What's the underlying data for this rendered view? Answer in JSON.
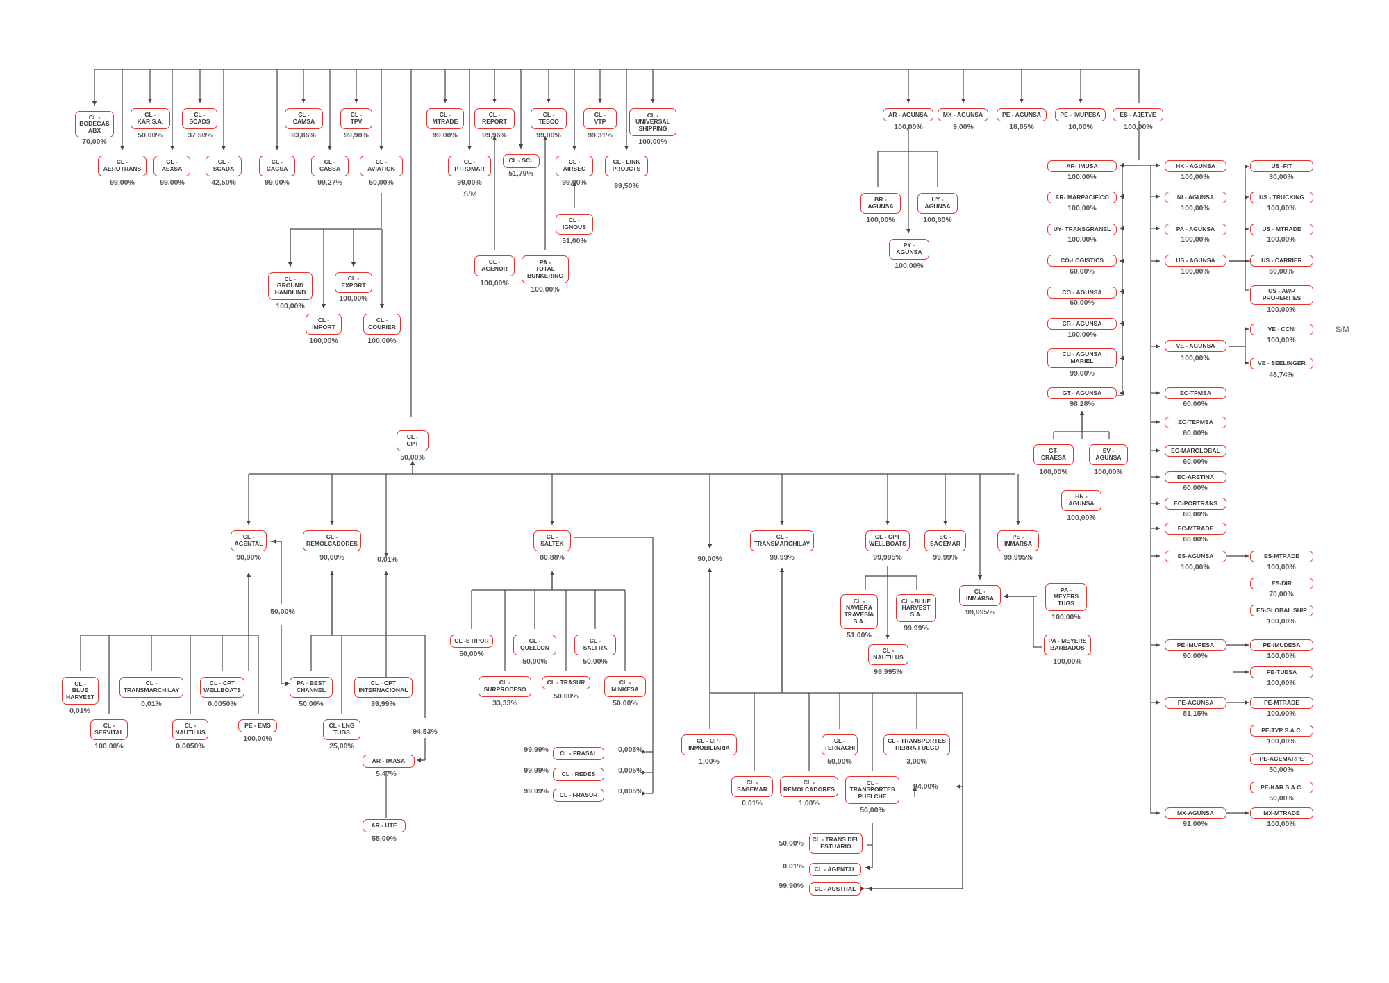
{
  "colors": {
    "accent": "#e8312f",
    "line": "#444444",
    "text": "#3a3a3a",
    "pct": "#555555"
  },
  "nodes": {
    "bodegas": "CL -\nBODEGAS\nABX",
    "aerotrans": "CL -\nAEROTRANS",
    "kar": "CL -\nKAR S.A.",
    "aexsa": "CL -\nAEXSA",
    "scads": "CL -\nSCADS",
    "scada": "CL -\nSCADA",
    "cacsa": "CL -\nCACSA",
    "camsa": "CL -\nCAMSA",
    "cassa": "CL -\nCASSA",
    "tpv": "CL -\nTPV",
    "aviation": "CL -\nAVIATION",
    "ground": "CL -\nGROUND\nHANDLIND",
    "import": "CL -\nIMPORT",
    "export": "CL -\nEXPORT",
    "courier": "CL -\nCOURIER",
    "mtrade": "CL -\nMTRADE",
    "ptromar": "CL -\nPTROMAR",
    "report": "CL -\nREPORT",
    "scl": "CL - SCL",
    "tesco": "CL -\nTESCO",
    "airsec": "CL -\nAIRSEC",
    "vtp": "CL -\nVTP",
    "link": "CL - LINK\nPROJCTS",
    "universal": "CL -\nUNIVERSAL\nSHIPPING",
    "agenor": "CL -\nAGENOR",
    "totalbunk": "PA -\nTOTAL\nBUNKERING",
    "ignous": "CL -\nIGNOUS",
    "ar_agunsa": "AR - AGUNSA",
    "mx_agunsa": "MX - AGUNSA",
    "pe_agunsa_top": "PE - AGUNSA",
    "pe_imupesa_top": "PE - IMUPESA",
    "es_ajetve": "ES - AJETVE",
    "br_agunsa": "BR -\nAGUNSA",
    "uy_agunsa": "UY -\nAGUNSA",
    "py_agunsa": "PY -\nAGUNSA",
    "ar_imusa": "AR- IMUSA",
    "ar_marpacifico": "AR- MARPACIFICO",
    "uy_transgranel": "UY- TRANSGRANEL",
    "co_logistics": "CO-LOGISTICS",
    "co_agunsa": "CO - AGUNSA",
    "cr_agunsa": "CR - AGUNSA",
    "cu_agunsa": "CU - AGUNSA\nMARIEL",
    "gt_agunsa": "GT - AGUNSA",
    "gt_craesa": "GT-\nCRAESA",
    "sv_agunsa": "SV -\nAGUNSA",
    "hn_agunsa": "HN -\nAGUNSA",
    "hk_agunsa": "HK - AGUNSA",
    "ni_agunsa": "NI - AGUNSA",
    "pa_agunsa": "PA - AGUNSA",
    "us_agunsa": "US - AGUNSA",
    "us_fit": "US -FIT",
    "us_trucking": "US - TRUCKING",
    "us_mtrade": "US - MTRADE",
    "us_carrier": "US - CARRIER",
    "us_awp": "US - AWP\nPROPERTIES",
    "ve_agunsa": "VE - AGUNSA",
    "ve_ccni": "VE - CCNI",
    "ve_seelinger": "VE - SEELINGER",
    "ec_tpmsa": "EC-TPMSA",
    "ec_tepmsa": "EC-TEPMSA",
    "ec_marglobal": "EC-MARGLOBAL",
    "ec_aretina": "EC-ARETINA",
    "ec_portrans": "EC-PORTRANS",
    "ec_mtrade": "EC-MTRADE",
    "es_agunsa": "ES-AGUNSA",
    "es_mtrade": "ES-MTRADE",
    "es_dir": "ES-DIR",
    "es_global": "ES-GLOBAL SHIP",
    "pe_imupesa": "PE-IMUPESA",
    "pe_imudesa": "PE-IMUDESA",
    "pe_tuesa": "PE-TUESA",
    "pe_agunsa": "PE-AGUNSA",
    "pe_mtrade": "PE-MTRADE",
    "pe_typ": "PE-TYP S.A.C.",
    "pe_agemarpe": "PE-AGEMARPE",
    "pe_kar": "PE-KAR S.A.C.",
    "mx_agunsa2": "MX-AGUNSA",
    "mx_mtrade": "MX-MTRADE",
    "cpt": "CL -\nCPT",
    "agental": "CL -\nAGENTAL",
    "remolcadores": "CL -\nREMOLCADORES",
    "saltek": "CL -\nSALTEK",
    "transmarchilay": "CL -\nTRANSMARCHILAY",
    "cpt_wellboats": "CL - CPT\nWELLBOATS",
    "ec_sagemar": "EC -\nSAGEMAR",
    "pe_inmarsa": "PE -\nINMARSA",
    "cl_inmarsa": "CL -\nINMARSA",
    "pa_meyers_tugs": "PA -\nMEYERS\nTUGS",
    "pa_meyers_barb": "PA - MEYERS\nBARBADOS",
    "naviera": "CL -\nNAVIERA\nTRAVESÍA\nS.A.",
    "blue_harvest_sa": "CL - BLUE\nHARVEST\nS.A.",
    "nautilus_w": "CL -\nNAUTILUS",
    "blue_harvest": "CL -\nBLUE\nHARVEST",
    "servital": "CL -\nSERVITAL",
    "transmarchilay2": "CL -\nTRANSMARCHILAY",
    "nautilus_a": "CL -\nNAUTILUS",
    "cpt_wellboats2": "CL - CPT\nWELLBOATS",
    "pe_ems": "PE - EMS",
    "pa_best": "PA - BEST\nCHANNEL",
    "lng_tugs": "CL - LNG\nTUGS",
    "cpt_int": "CL - CPT\nINTERNACIONAL",
    "ar_imasa": "AR - IMASA",
    "ar_ute": "AR - UTE",
    "s_rpor": "CL -S RPOR",
    "surproceso": "CL -\nSURPROCESO",
    "quellon": "CL -\nQUELLON",
    "trasur": "CL - TRASUR",
    "salfra": "CL -\nSALFRA",
    "minkesa": "CL -\nMINKESA",
    "frasal": "CL - FRASAL",
    "redes": "CL - REDES",
    "frasur": "CL - FRASUR",
    "cpt_inmob": "CL - CPT\nINMOBILIARIA",
    "sagemar": "CL -\nSAGEMAR",
    "remolcadores2": "CL -\nREMOLCADORES",
    "ternachi": "CL -\nTERNACHI",
    "transp_puelche": "CL -\nTRANSPORTES\nPUELCHE",
    "transp_tierra": "CL - TRANSPORTES\nTIERRA FUEGO",
    "trans_estuario": "CL - TRANS DEL\nESTUARIO",
    "agental2": "CL - AGENTAL",
    "austral": "CL - AUSTRAL"
  },
  "pcts": {
    "bodegas": "70,00%",
    "aerotrans": "99,00%",
    "kar": "50,00%",
    "aexsa": "99,00%",
    "scads": "37,50%",
    "scada": "42,50%",
    "cacsa": "99,00%",
    "camsa": "93,86%",
    "cassa": "99,27%",
    "tpv": "99,90%",
    "aviation": "50,00%",
    "ground": "100,00%",
    "import": "100,00%",
    "export": "100,00%",
    "courier": "100,00%",
    "mtrade": "99,00%",
    "ptromar": "99,00%",
    "report": "99,96%",
    "scl": "51,79%",
    "tesco": "99,00%",
    "airsec": "99,00%",
    "vtp": "99,31%",
    "link": "99,50%",
    "universal": "100,00%",
    "agenor": "100,00%",
    "totalbunk": "100,00%",
    "ignous": "51,00%",
    "ar_agunsa": "100,00%",
    "mx_agunsa": "9,00%",
    "pe_agunsa_top": "18,85%",
    "pe_imupesa_top": "10,00%",
    "es_ajetve": "100,00%",
    "br_agunsa": "100,00%",
    "uy_agunsa": "100,00%",
    "py_agunsa": "100,00%",
    "ar_imusa": "100,00%",
    "ar_marpacifico": "100,00%",
    "uy_transgranel": "100,00%",
    "co_logistics": "60,00%",
    "co_agunsa": "60,00%",
    "cr_agunsa": "100,00%",
    "cu_agunsa": "99,00%",
    "gt_agunsa": "98,28%",
    "gt_craesa": "100,00%",
    "sv_agunsa": "100,00%",
    "hn_agunsa": "100,00%",
    "hk_agunsa": "100,00%",
    "ni_agunsa": "100,00%",
    "pa_agunsa": "100,00%",
    "us_agunsa": "100,00%",
    "us_fit": "30,00%",
    "us_trucking": "100,00%",
    "us_mtrade": "100,00%",
    "us_carrier": "60,00%",
    "us_awp": "100,00%",
    "ve_agunsa": "100,00%",
    "ve_ccni": "100,00%",
    "ve_seelinger": "48,74%",
    "ec_tpmsa": "60,00%",
    "ec_tepmsa": "60,00%",
    "ec_marglobal": "60,00%",
    "ec_aretina": "60,00%",
    "ec_portrans": "60,00%",
    "ec_mtrade": "60,00%",
    "es_agunsa": "100,00%",
    "es_mtrade": "100,00%",
    "es_dir": "70,00%",
    "es_global": "100,00%",
    "pe_imupesa": "90,00%",
    "pe_imudesa": "100,00%",
    "pe_tuesa": "100,00%",
    "pe_agunsa": "81,15%",
    "pe_mtrade": "100,00%",
    "pe_typ": "100,00%",
    "pe_agemarpe": "50,00%",
    "pe_kar": "50,00%",
    "mx_agunsa2": "91,00%",
    "mx_mtrade": "100,00%",
    "cpt": "50,00%",
    "agental": "90,90%",
    "remolcadores": "90,00%",
    "remolcadores_b": "0,01%",
    "saltek": "80,88%",
    "transmarchilay": "99,99%",
    "transmarchilay_b": "90,00%",
    "cpt_wellboats": "99,995%",
    "ec_sagemar": "99,99%",
    "pe_inmarsa": "99,995%",
    "cl_inmarsa": "99,995%",
    "pa_meyers_tugs": "100,00%",
    "pa_meyers_barb": "100,00%",
    "naviera": "51,00%",
    "blue_harvest_sa": "99,99%",
    "nautilus_w": "99,995%",
    "agental_link": "50,00%",
    "blue_harvest": "0,01%",
    "servital": "100,00%",
    "transmarchilay2": "0,01%",
    "nautilus_a": "0,0050%",
    "cpt_wellboats2": "0,0050%",
    "pe_ems": "100,00%",
    "pa_best": "50,00%",
    "lng_tugs": "25,00%",
    "cpt_int": "99,99%",
    "imasa_link": "94,53%",
    "ar_imasa": "5,47%",
    "ar_ute": "55,00%",
    "s_rpor": "50,00%",
    "surproceso": "33,33%",
    "quellon": "50,00%",
    "trasur": "50,00%",
    "salfra": "50,00%",
    "minkesa": "50,00%",
    "frasal_l": "99,99%",
    "redes_l": "99,99%",
    "frasur_l": "99,99%",
    "frasal_r": "0,005%",
    "redes_r": "0,005%",
    "frasur_r": "0,005%",
    "cpt_inmob": "1,00%",
    "sagemar": "0,01%",
    "remolcadores2": "1,00%",
    "ternachi": "50,00%",
    "transp_puelche": "50,00%",
    "transp_tierra": "3,00%",
    "tierra_link": "94,00%",
    "trans_estuario": "50,00%",
    "agental2": "0,01%",
    "austral": "99,90%"
  },
  "notes": {
    "ptromar_sm": "S/M",
    "ve_ccni_sm": "S/M"
  }
}
